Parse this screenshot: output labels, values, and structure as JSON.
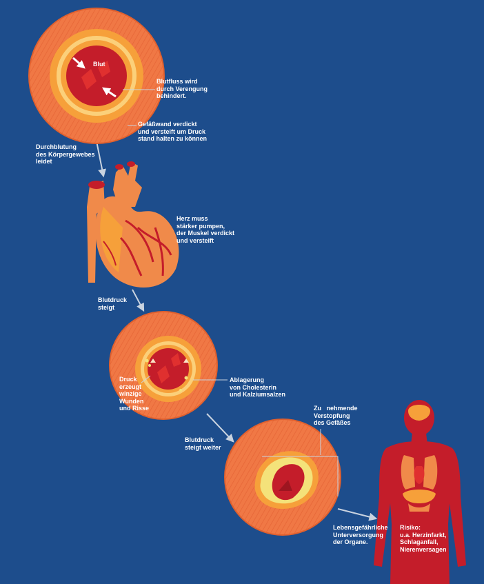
{
  "labels": {
    "blut": "Blut",
    "blutfluss": "Blutfluss wird\ndurch Verengung\nbehindert.",
    "gefaesswand": "Gefäßwand verdickt\nund versteift um Druck\nstand halten zu können",
    "durchblutung": "Durchblutung\ndes Körpergewebes\nleidet",
    "herz": "Herz muss\nstärker pumpen,\nder Muskel verdickt\nund versteift",
    "blutdruck_steigt": "Blutdruck\nsteigt",
    "druck_wunden": "Druck\nerzeugt\nwinzige\nWunden\nund Risse",
    "ablagerung": "Ablagerung\nvon Cholesterin\nund Kalziumsalzen",
    "blutdruck_weiter": "Blutdruck\nsteigt weiter",
    "verstopfung": "Zu   nehmende\nVerstopfung\ndes Gefäßes",
    "unterversorgung": "Lebensgefährliche\nUnterversorgung\nder Organe.",
    "risiko": "Risiko:\nu.a. Herzinfarkt,\nSchlaganfall,\nNierenversagen"
  },
  "colors": {
    "background": "#1d4d8c",
    "vessel_outer": "#f07845",
    "vessel_ring": "#f6a03a",
    "vessel_light": "#fbd07a",
    "blood": "#c41d2a",
    "blood_dark": "#9e1520",
    "plaque": "#f4e27a",
    "heart": "#f08a4a",
    "body": "#c41d2a",
    "connector": "#c9d3e0"
  }
}
